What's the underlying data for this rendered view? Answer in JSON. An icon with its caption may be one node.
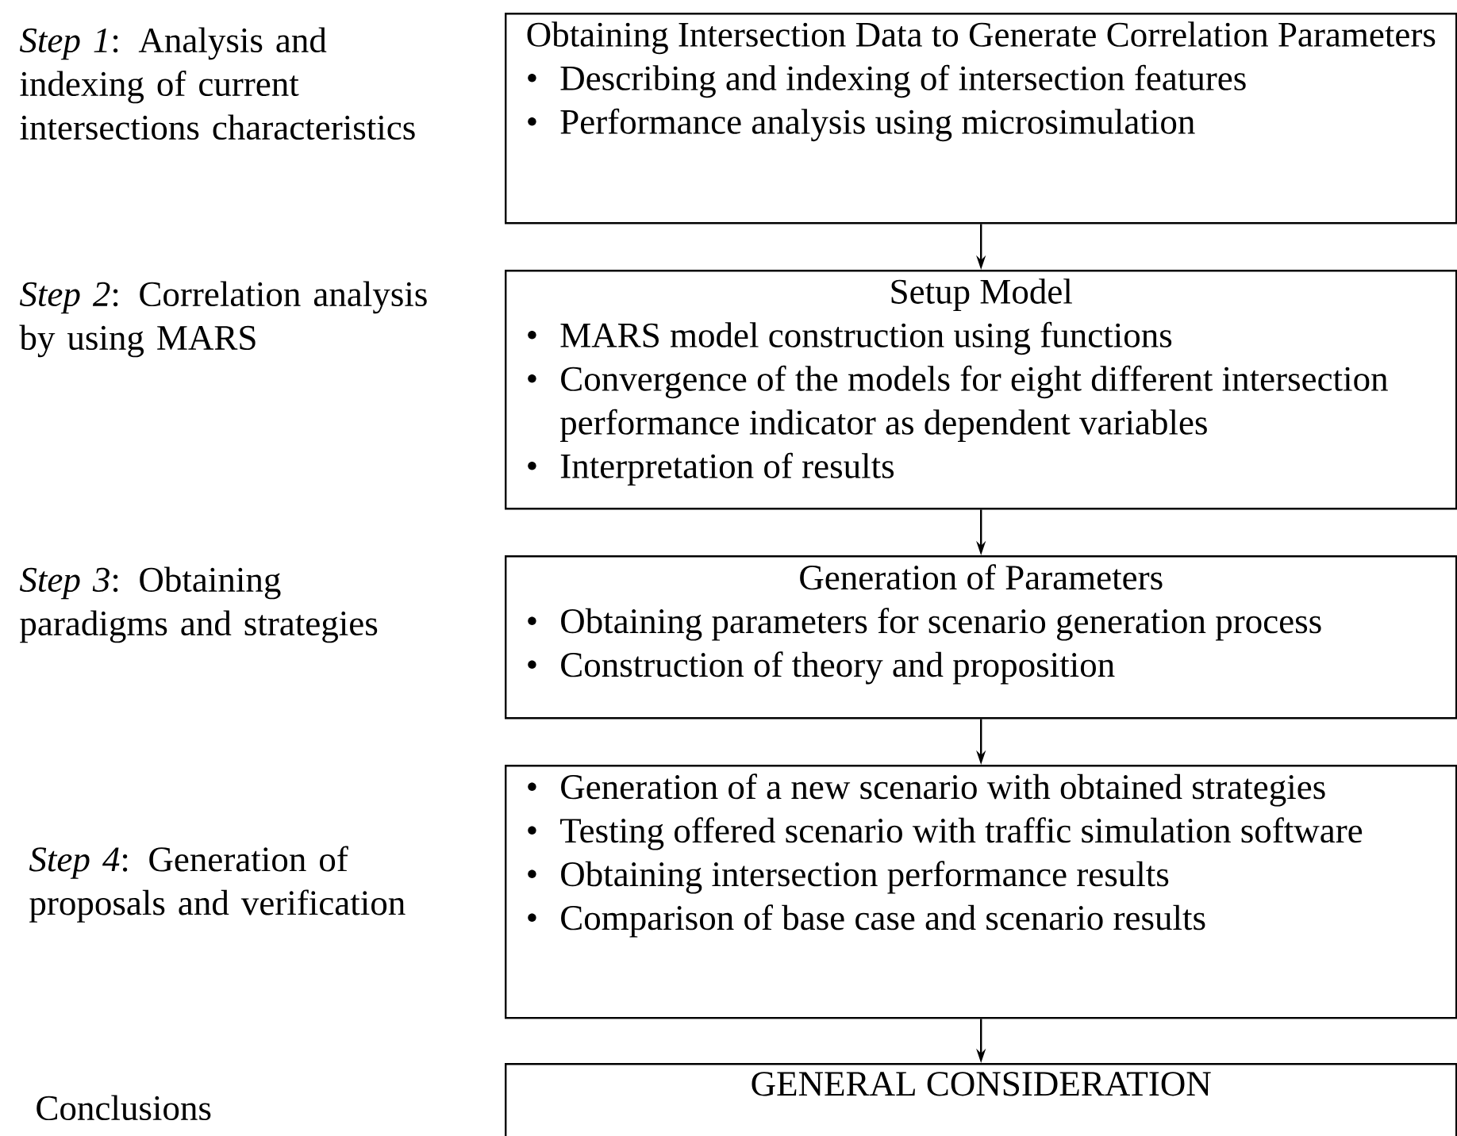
{
  "diagram": {
    "nodes": [
      {
        "text": [
          "Obtaining Intersection Data to Generate Correlation Parameters",
          "Describing and indexing of intersection features",
          "Performance analysis using microsimulation"
        ]
      },
      {
        "text": [
          "Setup Model",
          "MARS model construction using functions",
          "Convergence of the models for eight different intersection performance indicator as dependent variables",
          "Interpretation of results"
        ]
      },
      {
        "text": [
          "Generation of Parameters",
          "Obtaining parameters for scenario generation process",
          "Construction of theory and proposition"
        ]
      },
      {
        "text": [
          "Generation of a new scenario with obtained strategies",
          "Testing offered scenario with traffic simulation software",
          "Obtaining intersection performance results",
          "Comparison of base case and scenario results"
        ]
      },
      {
        "text": [
          "GENERAL CONSIDERATION"
        ]
      }
    ],
    "edges": [
      {
        "from": 0,
        "to": 1,
        "arrow": "to"
      },
      {
        "from": 1,
        "to": 2,
        "arrow": "to"
      },
      {
        "from": 2,
        "to": 3,
        "arrow": "to"
      },
      {
        "from": 3,
        "to": 4,
        "arrow": "to"
      }
    ],
    "labels": [
      "*Step 1*: Analysis and indexing of current intersections characteristics",
      "*Step 2*: Correlation analysis by using MARS",
      "*Step 3*: Obtaining paradigms and strategies",
      "*Step 4*: Generation of proposals and verification",
      "Conclusions"
    ]
  }
}
